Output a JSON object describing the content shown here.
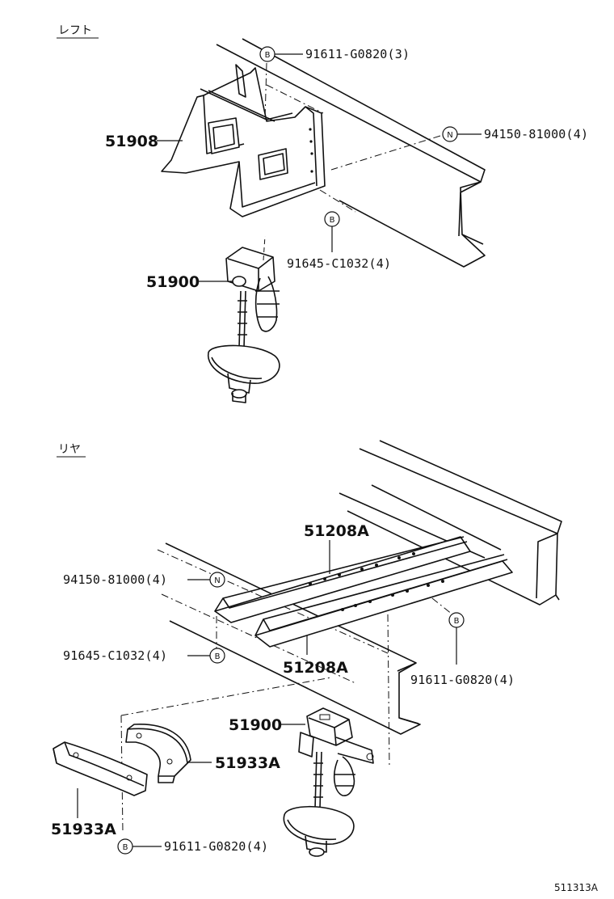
{
  "sections": {
    "left": "レフト",
    "rear": "リヤ"
  },
  "fastener_codes": {
    "bolt": "B",
    "nut": "N"
  },
  "left_parts": {
    "bolt_top": "91611-G0820(3)",
    "nut": "94150-81000(4)",
    "bracket": "51908",
    "bolt_mid": "91645-C1032(4)",
    "carrier": "51900"
  },
  "rear_parts": {
    "crossmember_top": "51208A",
    "nut": "94150-81000(4)",
    "bolt_a": "91645-C1032(4)",
    "crossmember_bottom": "51208A",
    "bolt_right": "91611-G0820(4)",
    "carrier": "51900",
    "guard_right": "51933A",
    "guard_left": "51933A",
    "bolt_bottom": "91611-G0820(4)"
  },
  "diagram_code": "511313A"
}
